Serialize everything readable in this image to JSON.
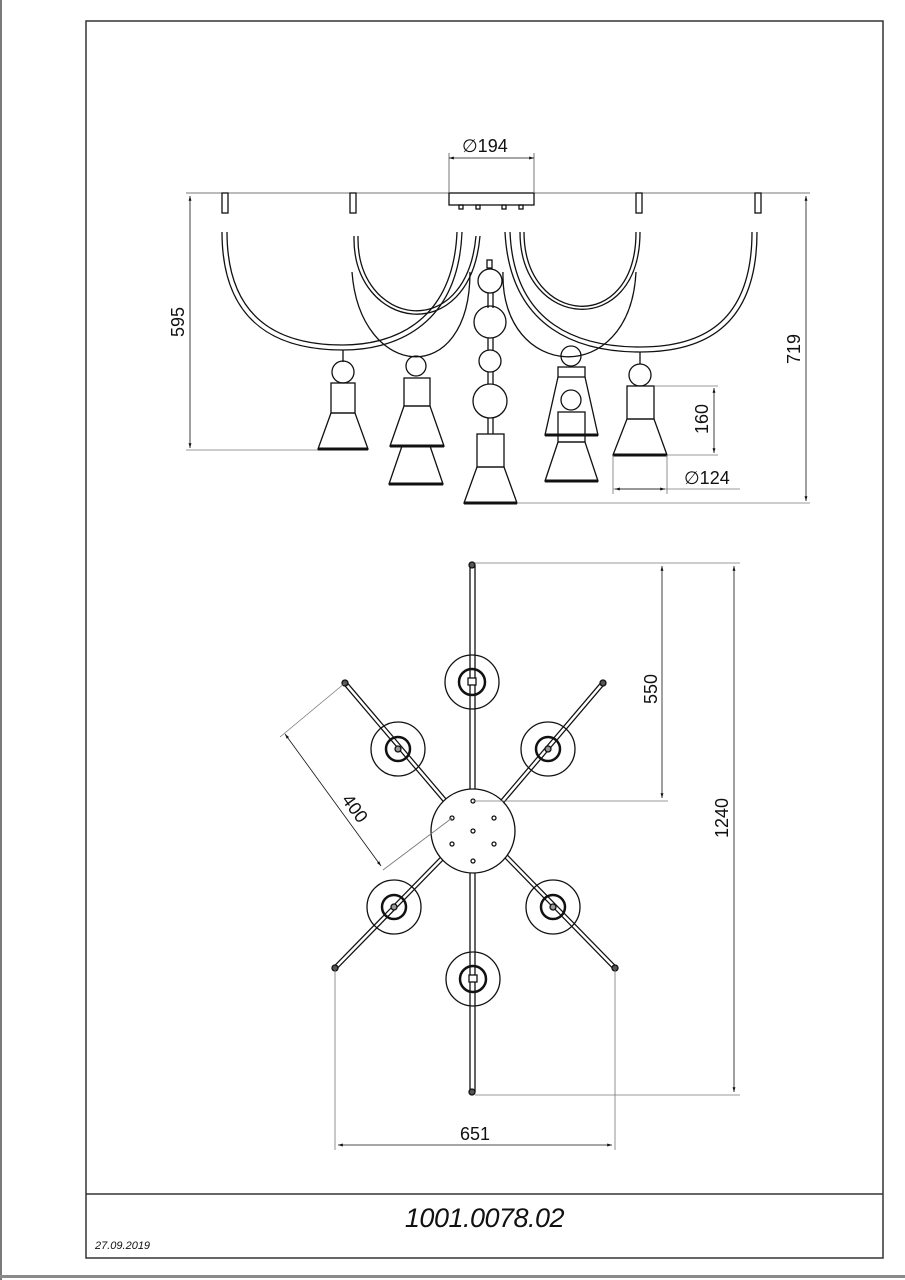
{
  "drawing": {
    "title_block": {
      "article_number": "1001.0078.02",
      "date": "27.09.2019"
    },
    "side_view": {
      "dimensions": {
        "canopy_diameter": "∅194",
        "drop_height": "595",
        "total_height": "719",
        "shade_height": "160",
        "shade_diameter": "∅124"
      }
    },
    "top_view": {
      "dimensions": {
        "arm_radius": "550",
        "overall_length": "1240",
        "arm_length": "400",
        "overall_width": "651"
      },
      "arms_count": 6
    },
    "colors": {
      "line": "#111111",
      "dimension_line": "#555555",
      "frame": "#333333"
    }
  }
}
